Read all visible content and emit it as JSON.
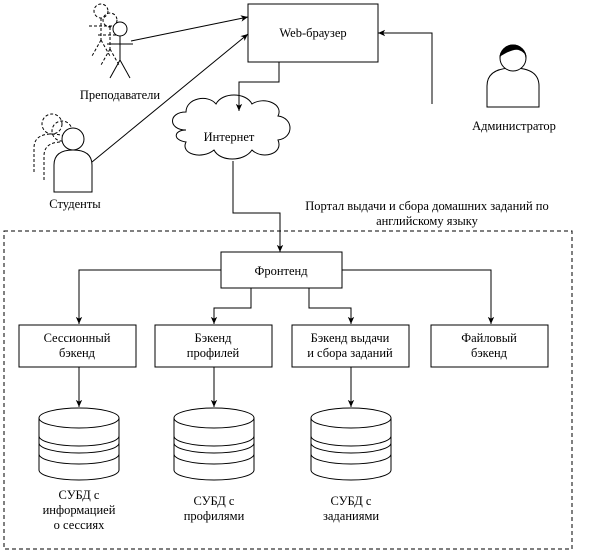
{
  "actors": {
    "teachers": "Преподаватели",
    "students": "Студенты",
    "admin": "Администратор"
  },
  "browser": "Web-браузер",
  "internet": "Интернет",
  "portal": {
    "line1": "Портал выдачи и сбора домашних заданий по",
    "line2": "английскому языку"
  },
  "frontend": "Фронтенд",
  "backends": {
    "session": [
      "Сессионный",
      "бэкенд"
    ],
    "profile": [
      "Бэкенд",
      "профилей"
    ],
    "assignments": [
      "Бэкенд выдачи",
      "и сбора заданий"
    ],
    "files": [
      "Файловый",
      "бэкенд"
    ]
  },
  "databases": {
    "session": [
      "СУБД с",
      "информацией",
      "о сессиях"
    ],
    "profile": [
      "СУБД с",
      "профилями"
    ],
    "assignments": [
      "СУБД с",
      "заданиями"
    ]
  },
  "colors": {
    "line": "#000000",
    "fill": "#ffffff"
  }
}
